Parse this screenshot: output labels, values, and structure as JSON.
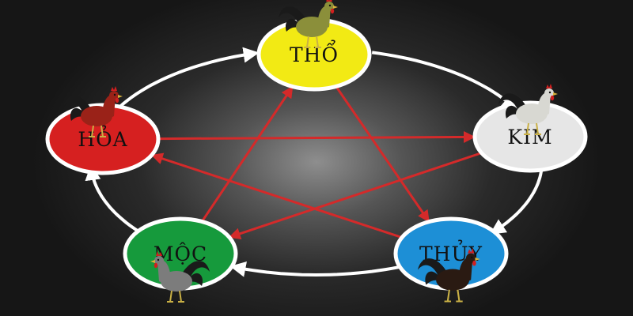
{
  "nodes": [
    {
      "id": "tho",
      "label": "THỔ",
      "fill": "#f2ea14",
      "text_color": "#111111"
    },
    {
      "id": "kim",
      "label": "KIM",
      "fill": "#e6e6e6",
      "text_color": "#111111"
    },
    {
      "id": "thuy",
      "label": "THỦY",
      "fill": "#1d8fd6",
      "text_color": "#111111"
    },
    {
      "id": "moc",
      "label": "MỘC",
      "fill": "#169a3c",
      "text_color": "#111111"
    },
    {
      "id": "hoa",
      "label": "HỎA",
      "fill": "#d62020",
      "text_color": "#111111"
    }
  ],
  "generating_cycle": {
    "color": "#ffffff",
    "edges": [
      [
        "tho",
        "kim"
      ],
      [
        "kim",
        "thuy"
      ],
      [
        "thuy",
        "moc"
      ],
      [
        "moc",
        "hoa"
      ],
      [
        "hoa",
        "tho"
      ]
    ]
  },
  "controlling_cycle": {
    "color": "#d42a2a",
    "edges": [
      [
        "tho",
        "thuy"
      ],
      [
        "thuy",
        "hoa"
      ],
      [
        "hoa",
        "kim"
      ],
      [
        "kim",
        "moc"
      ],
      [
        "moc",
        "tho"
      ]
    ]
  },
  "roosters": [
    {
      "node": "tho",
      "name": "rooster-icon-tho",
      "plumage": "#8b8f3a"
    },
    {
      "node": "kim",
      "name": "rooster-icon-kim",
      "plumage": "#d8d8d2"
    },
    {
      "node": "thuy",
      "name": "rooster-icon-thuy",
      "plumage": "#2a1a12"
    },
    {
      "node": "moc",
      "name": "rooster-icon-moc",
      "plumage": "#7c7c7c"
    },
    {
      "node": "hoa",
      "name": "rooster-icon-hoa",
      "plumage": "#9a2218"
    }
  ]
}
